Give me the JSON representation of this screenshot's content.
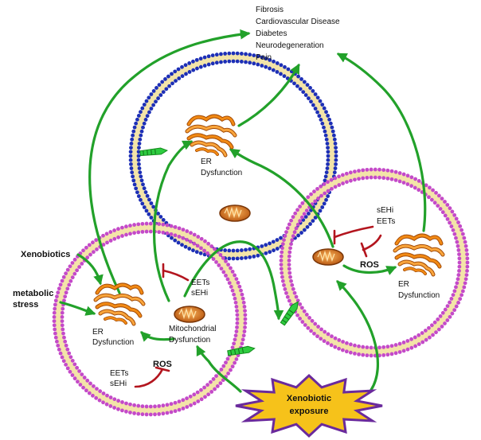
{
  "outcomes": {
    "items": [
      "Fibrosis",
      "Cardiovascular Disease",
      "Diabetes",
      "Neurodegeneration",
      "Pain"
    ]
  },
  "top_cell": {
    "er_label_1": "ER",
    "er_label_2": "Dysfunction"
  },
  "left_cell": {
    "xenobiotics": "Xenobiotics",
    "metabolic_1": "metabolic",
    "metabolic_2": "stress",
    "er_label_1": "ER",
    "er_label_2": "Dysfunction",
    "mito_label_1": "Mitochondrial",
    "mito_label_2": "Dysfunction",
    "inhibit_top_1": "EETs",
    "inhibit_top_2": "sEHi",
    "inhibit_bottom_1": "EETs",
    "inhibit_bottom_2": "sEHi",
    "ros": "ROS"
  },
  "right_cell": {
    "inhibit_1": "sEHi",
    "inhibit_2": "EETs",
    "ros": "ROS",
    "er_label_1": "ER",
    "er_label_2": "Dysfunction"
  },
  "exposure": {
    "line_1": "Xenobiotic",
    "line_2": "exposure"
  },
  "colors": {
    "arrow": "#22a12a",
    "inhibit": "#b3151e",
    "membrane_blue": "#1d2fb6",
    "membrane_magenta": "#c44ac8",
    "membrane_inner": "#f3e4a8",
    "er_orange": "#f28a14",
    "burst_fill": "#f6c21a",
    "burst_stroke": "#6a2a9c"
  }
}
